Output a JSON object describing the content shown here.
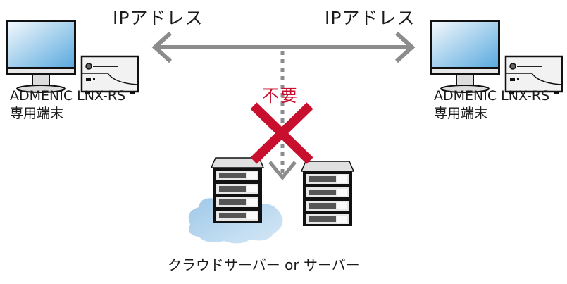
{
  "diagram": {
    "left_device": {
      "ip_label": "IPアドレス",
      "name_line1": "ADMENIC LNX-RS",
      "name_line2": "専用端末"
    },
    "right_device": {
      "ip_label": "IPアドレス",
      "name_line1": "ADMENIC LNX-RS",
      "name_line2": "専用端末"
    },
    "not_required_label": "不要",
    "server_label": "クラウドサーバー or サーバー",
    "colors": {
      "arrow": "#8c8c8c",
      "cross": "#c8102e",
      "screen_top": "#eef5fb",
      "screen_bottom": "#5aa9dd",
      "cloud": "#a8cdea"
    }
  }
}
